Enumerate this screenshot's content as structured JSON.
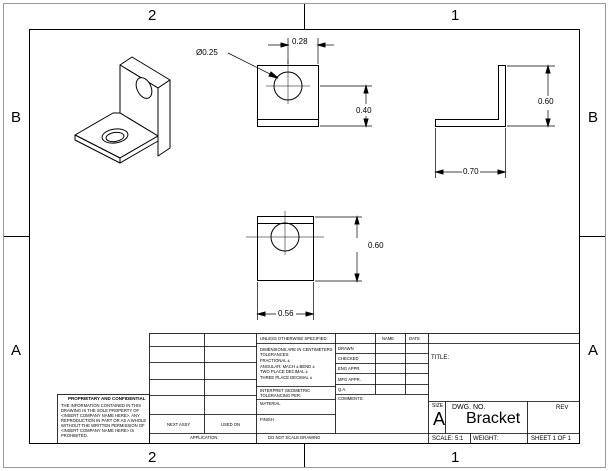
{
  "zones": {
    "top": [
      "2",
      "1"
    ],
    "bottom": [
      "2",
      "1"
    ],
    "left": [
      "B",
      "A"
    ],
    "right": [
      "B",
      "A"
    ]
  },
  "dimensions": {
    "hole_diameter": "Ø0.25",
    "hole_offset": "0.28",
    "front_height": "0.40",
    "side_height": "0.60",
    "side_width": "0.70",
    "top_height": "0.60",
    "top_width": "0.56"
  },
  "title_block": {
    "tolerance_notes": [
      "UNLESS OTHERWISE SPECIFIED:",
      "DIMENSIONS ARE IN CENTIMETERS",
      "TOLERANCES:",
      "FRACTIONAL ±",
      "ANGULAR: MACH ±   BEND ±",
      "TWO PLACE DECIMAL  ±",
      "THREE PLACE DECIMAL  ±"
    ],
    "interpret": [
      "INTERPRET GEOMETRIC",
      "TOLERANCING PER:"
    ],
    "material": "MATERIAL",
    "finish": "FINISH",
    "do_not_scale": "DO NOT SCALE DRAWING",
    "next_assy": "NEXT ASSY",
    "used_on": "USED ON",
    "application": "APPLICATION",
    "col_name": "NAME",
    "col_date": "DATE",
    "drawn": "DRAWN",
    "checked": "CHECKED",
    "eng_appr": "ENG APPR.",
    "mfg_appr": "MFG APPR.",
    "qa": "Q.A.",
    "comments": "COMMENTS:",
    "title_label": "TITLE:",
    "size_label": "SIZE",
    "size_value": "A",
    "dwg_no_label": "DWG.  NO.",
    "dwg_no_value": "Bracket",
    "rev_label": "REV",
    "scale": "SCALE: 5:1",
    "weight": "WEIGHT:",
    "sheet": "SHEET 1 OF 1",
    "proprietary_title": "PROPRIETARY AND CONFIDENTIAL",
    "proprietary_body": [
      "THE INFORMATION CONTAINED IN THIS",
      "DRAWING IS THE SOLE PROPERTY OF",
      "<INSERT COMPANY NAME HERE>. ANY",
      "REPRODUCTION IN PART OR AS A WHOLE",
      "WITHOUT THE WRITTEN PERMISSION OF",
      "<INSERT COMPANY NAME HERE> IS",
      "PROHIBITED."
    ]
  }
}
